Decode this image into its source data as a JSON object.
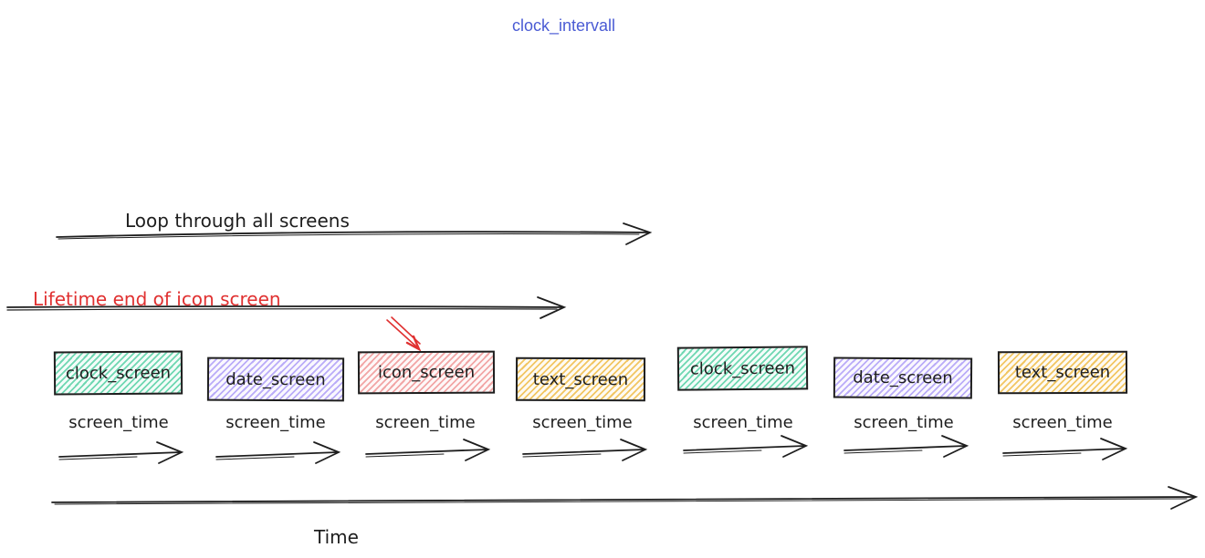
{
  "title": "clock_intervall",
  "colors": {
    "title": "#4a5bd4",
    "ink": "#1e1e1e",
    "red": "#e03131",
    "green": "#5fd3a9",
    "purple": "#b2a3f7",
    "pink": "#f09c9c",
    "yellow": "#f0c052"
  },
  "loop_arrow": {
    "label": "Loop through all screens"
  },
  "lifetime_arrow": {
    "label": "Lifetime end of icon screen"
  },
  "screens": [
    {
      "label": "clock_screen",
      "color": "green"
    },
    {
      "label": "date_screen",
      "color": "purple"
    },
    {
      "label": "icon_screen",
      "color": "pink"
    },
    {
      "label": "text_screen",
      "color": "yellow"
    },
    {
      "label": "clock_screen",
      "color": "green"
    },
    {
      "label": "date_screen",
      "color": "purple"
    },
    {
      "label": "text_screen",
      "color": "yellow"
    }
  ],
  "screen_time_label": "screen_time",
  "time_axis": {
    "label": "Time"
  }
}
